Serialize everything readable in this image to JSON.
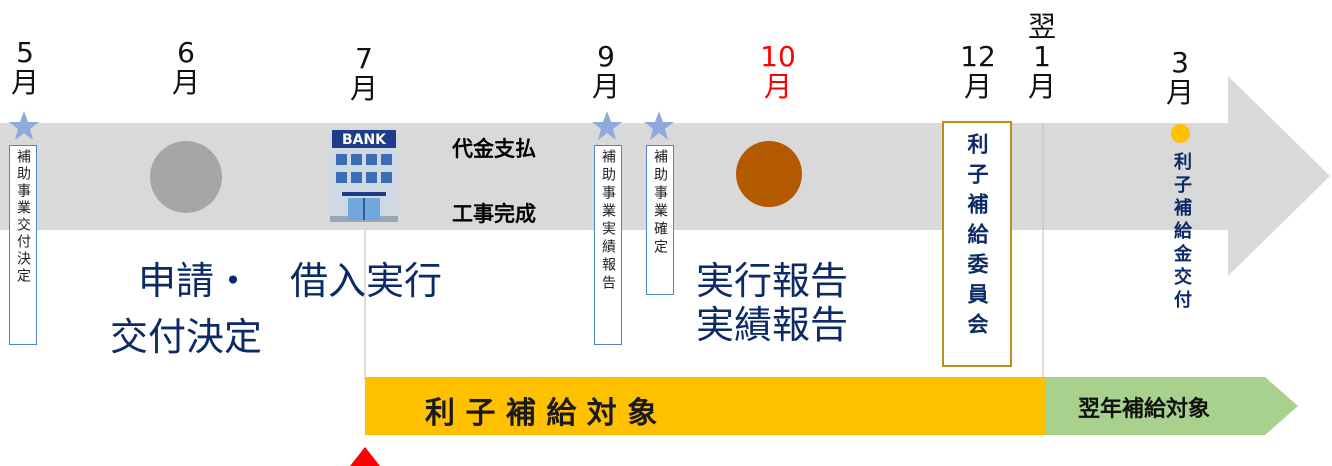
{
  "months": [
    {
      "num": "5",
      "unit": "月"
    },
    {
      "num": "6",
      "unit": "月"
    },
    {
      "num": "7",
      "unit": "月"
    },
    {
      "num": "9",
      "unit": "月"
    },
    {
      "num": "10",
      "unit": "月"
    },
    {
      "num": "12",
      "unit": "月"
    },
    {
      "prefix": "翌",
      "num": "1",
      "unit": "月"
    },
    {
      "num": "3",
      "unit": "月"
    }
  ],
  "labels": {
    "may_box": "補助事業交付決定",
    "sep_box1": "補助事業実績報告",
    "sep_box2": "補助事業確定",
    "apply_line1": "申請・",
    "apply_line2": "交付決定",
    "loan": "借入実行",
    "payment": "代金支払",
    "construction": "工事完成",
    "report_line1": "実行報告",
    "report_line2": "実績報告",
    "committee": "利子補給委員会",
    "march_grant": "利子補給金交付",
    "subsidy_target": "利 子 補 給 対 象",
    "next_year_target": "翌年補給対象",
    "bank_sign": "BANK"
  },
  "colors": {
    "arrow": "#d9d9d9",
    "orange": "#ffc000",
    "green": "#a9d18e",
    "star": "#8eaadb",
    "brown": "#b35900",
    "gray_circle": "#a6a6a6",
    "red": "#ff0000",
    "yellow_dot": "#ffc000",
    "navy": "#0b2a66"
  }
}
